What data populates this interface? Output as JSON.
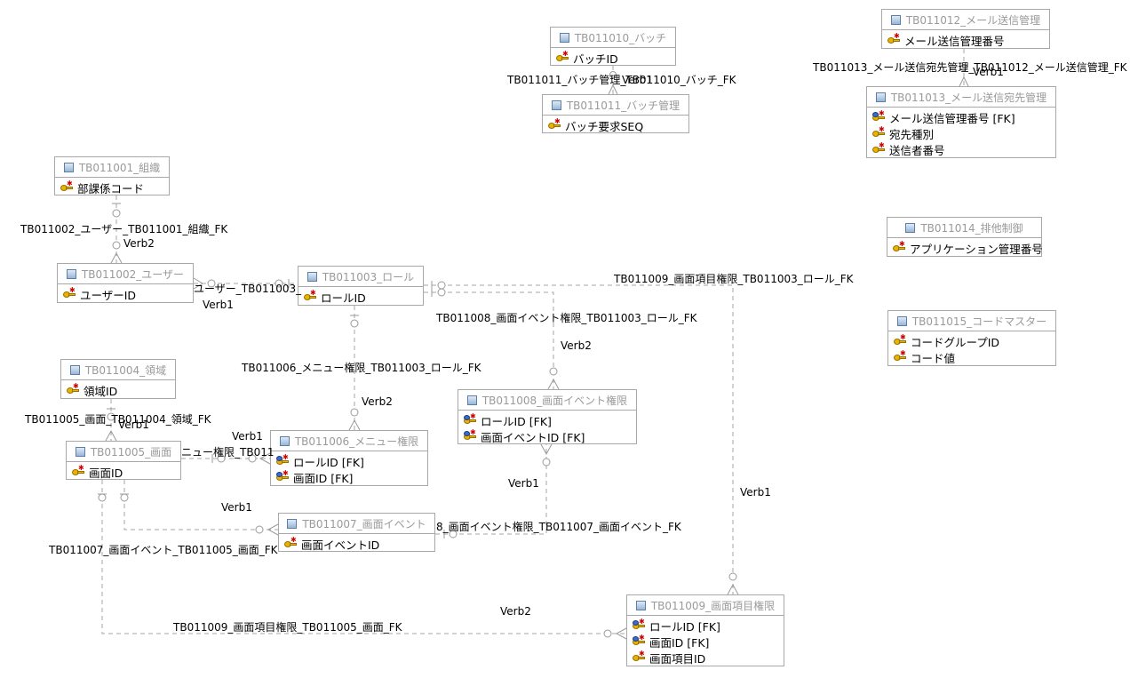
{
  "tables": {
    "t1010": {
      "name": "TB011010_バッチ",
      "rows": [
        {
          "text": "バッチID",
          "icon": "pk-key-icon"
        }
      ]
    },
    "t1011": {
      "name": "TB011011_バッチ管理",
      "rows": [
        {
          "text": "バッチ要求SEQ",
          "icon": "pk-key-icon"
        }
      ]
    },
    "t1012": {
      "name": "TB011012_メール送信管理",
      "rows": [
        {
          "text": "メール送信管理番号",
          "icon": "pk-key-icon"
        }
      ]
    },
    "t1013": {
      "name": "TB011013_メール送信宛先管理",
      "rows": [
        {
          "text": "メール送信管理番号 [FK]",
          "icon": "pk-fk-key-icon"
        },
        {
          "text": "宛先種別",
          "icon": "pk-key-icon"
        },
        {
          "text": "送信者番号",
          "icon": "pk-key-icon"
        }
      ]
    },
    "t1001": {
      "name": "TB011001_組織",
      "rows": [
        {
          "text": "部課係コード",
          "icon": "pk-key-icon"
        }
      ]
    },
    "t1014": {
      "name": "TB011014_排他制御",
      "rows": [
        {
          "text": "アプリケーション管理番号",
          "icon": "pk-key-icon"
        }
      ]
    },
    "t1002": {
      "name": "TB011002_ユーザー",
      "rows": [
        {
          "text": "ユーザーID",
          "icon": "pk-key-icon"
        }
      ]
    },
    "t1003": {
      "name": "TB011003_ロール",
      "rows": [
        {
          "text": "ロールID",
          "icon": "pk-key-icon"
        }
      ]
    },
    "t1015": {
      "name": "TB011015_コードマスター",
      "rows": [
        {
          "text": "コードグループID",
          "icon": "pk-key-icon"
        },
        {
          "text": "コード値",
          "icon": "pk-key-icon"
        }
      ]
    },
    "t1004": {
      "name": "TB011004_領域",
      "rows": [
        {
          "text": "領域ID",
          "icon": "pk-key-icon"
        }
      ]
    },
    "t1008": {
      "name": "TB011008_画面イベント権限",
      "rows": [
        {
          "text": "ロールID [FK]",
          "icon": "pk-fk-key-icon"
        },
        {
          "text": "画面イベントID [FK]",
          "icon": "pk-fk-key-icon"
        }
      ]
    },
    "t1006": {
      "name": "TB011006_メニュー権限",
      "rows": [
        {
          "text": "ロールID [FK]",
          "icon": "pk-fk-key-icon"
        },
        {
          "text": "画面ID [FK]",
          "icon": "pk-fk-key-icon"
        }
      ]
    },
    "t1005": {
      "name": "TB011005_画面",
      "rows": [
        {
          "text": "画面ID",
          "icon": "pk-key-icon"
        }
      ]
    },
    "t1007": {
      "name": "TB011007_画面イベント",
      "rows": [
        {
          "text": "画面イベントID",
          "icon": "pk-key-icon"
        }
      ]
    },
    "t1009": {
      "name": "TB011009_画面項目権限",
      "rows": [
        {
          "text": "ロールID [FK]",
          "icon": "pk-fk-key-icon"
        },
        {
          "text": "画面ID [FK]",
          "icon": "pk-fk-key-icon"
        },
        {
          "text": "画面項目ID",
          "icon": "pk-key-icon"
        }
      ]
    }
  },
  "labels": {
    "fk_1011_1010": "TB011011_バッチ管理_TB011010_バッチ_FK",
    "verb_1011": "Verb1",
    "fk_1013_1012": "TB011013_メール送信宛先管理_TB011012_メール送信管理_FK",
    "verb_1013": "Verb1",
    "fk_1002_1001": "TB011002_ユーザー_TB011001_組織_FK",
    "verb_1002": "Verb2",
    "fk_user_role": "ユーザー_TB011003_",
    "verb_user_role": "Verb1",
    "fk_1009_1003": "TB011009_画面項目権限_TB011003_ロール_FK",
    "fk_1008_1003": "TB011008_画面イベント権限_TB011003_ロール_FK",
    "verb_1008_1003": "Verb2",
    "fk_1006_1003": "TB011006_メニュー権限_TB011003_ロール_FK",
    "verb_1006_1003": "Verb2",
    "fk_1005_1004": "TB011005_画面_TB011004_領域_FK",
    "verb_1005": "Verb1",
    "verb_1006_1005": "Verb1",
    "fk_1006_1005": "ニュー権限_TB011",
    "verb_1008_1007": "Verb1",
    "verb_1009_1003": "Verb1",
    "verb_1007": "Verb1",
    "fk_1008_1007": "8_画面イベント権限_TB011007_画面イベント_FK",
    "fk_1007_1005": "TB011007_画面イベント_TB011005_画面_FK",
    "verb_1009_1005": "Verb2",
    "fk_1009_1005": "TB011009_画面項目権限_TB011005_画面_FK"
  },
  "colors": {
    "line": "#a5a5a5",
    "header_text": "#9a9a9a",
    "border": "#a8a8a8",
    "pk_key": "#e8b400",
    "fk_key": "#3a6bd1"
  }
}
